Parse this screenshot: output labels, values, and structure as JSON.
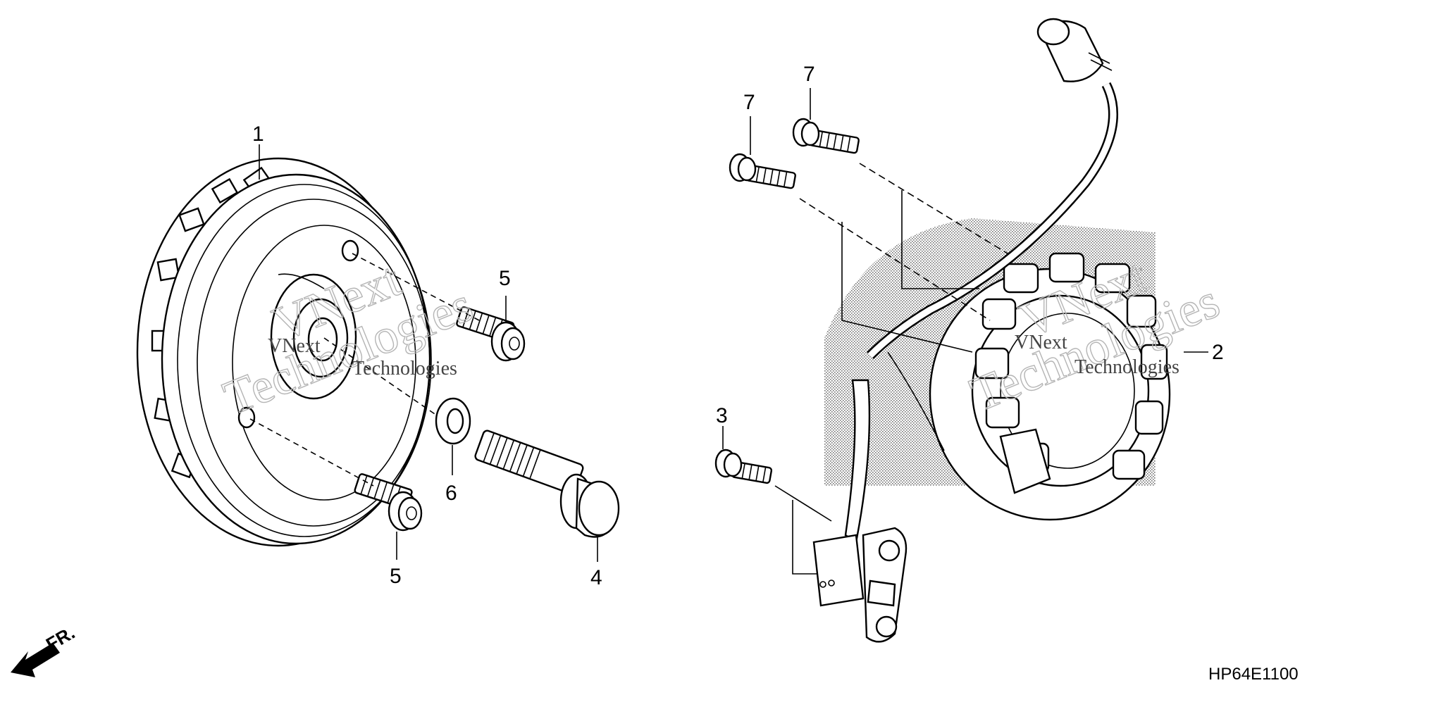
{
  "callouts": {
    "c1": "1",
    "c2": "2",
    "c3": "3",
    "c4": "4",
    "c5a": "5",
    "c5b": "5",
    "c6": "6",
    "c7a": "7",
    "c7b": "7"
  },
  "front_arrow_label": "FR.",
  "diagram_code": "HP64E1100",
  "watermarks": [
    "VNext",
    "Technologies"
  ]
}
